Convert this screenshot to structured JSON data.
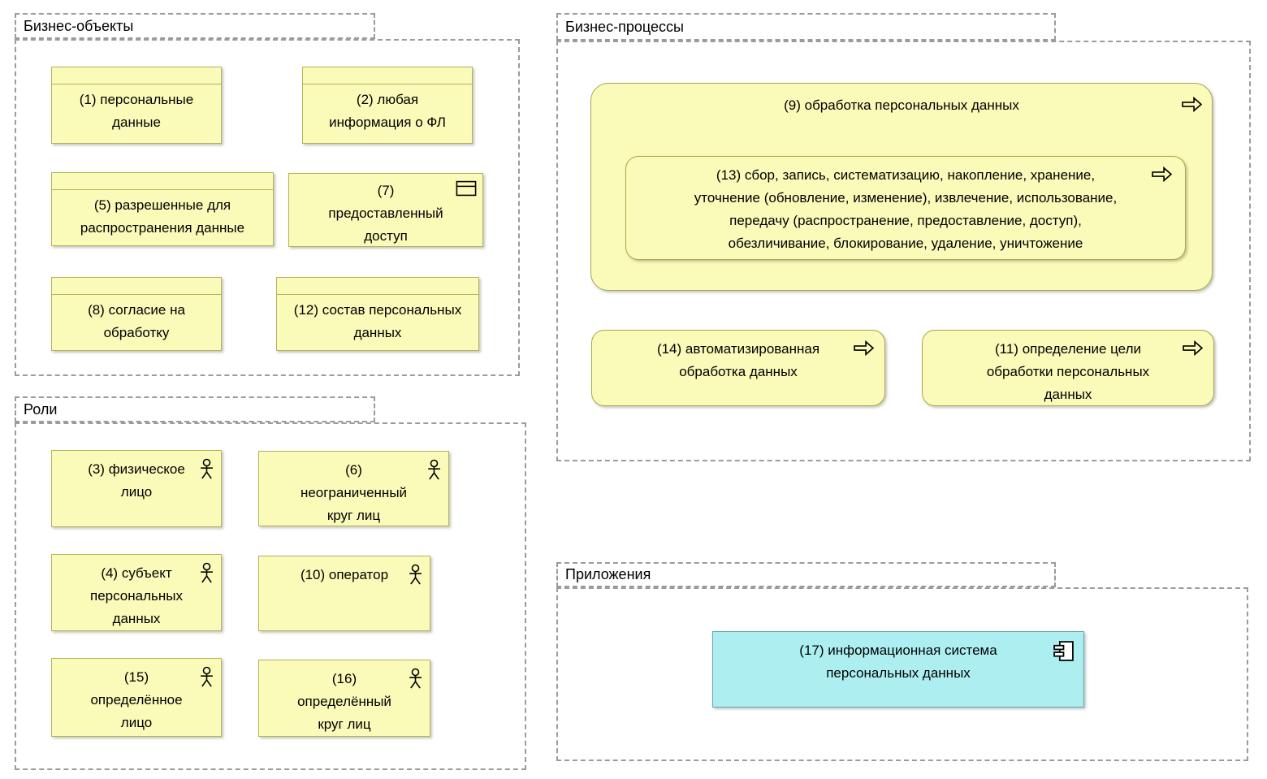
{
  "diagram": {
    "language": "ru",
    "notation": "archimate"
  },
  "groups": {
    "business_objects": "Бизнес-объекты",
    "business_processes": "Бизнес-процессы",
    "roles": "Роли",
    "applications": "Приложения"
  },
  "boxes": {
    "b1": "(1) персональные\nданные",
    "b2": "(2) любая\nинформация о ФЛ",
    "b5": "(5) разрешенные для\nраспространения данные",
    "b7": "(7)\nпредоставленный\nдоступ",
    "b8": "(8) согласие на\nобработку",
    "b12": "(12) состав персональных\nданных",
    "b9": "(9) обработка персональных данных",
    "b13": "(13) сбор, запись, систематизацию, накопление, хранение,\nуточнение (обновление, изменение), извлечение, использование,\nпередачу (распространение, предоставление, доступ),\nобезличивание, блокирование, удаление, уничтожение",
    "b14": "(14) автоматизированная\nобработка данных",
    "b11": "(11) определение цели\nобработки персональных\nданных",
    "b3": "(3) физическое\nлицо",
    "b6": "(6)\nнеограниченный\nкруг лиц",
    "b4": "(4) субъект\nперсональных\nданных",
    "b10": "(10) оператор",
    "b15": "(15)\nопределённое\nлицо",
    "b16": "(16)\nопределённый\nкруг лиц",
    "b17": "(17) информационная система\nперсональных данных"
  },
  "icons": {
    "process": "process-arrow-icon",
    "actor": "actor-icon",
    "business_object": "business-object-icon",
    "component": "application-component-icon"
  },
  "colors": {
    "business_fill": "#FAFAB9",
    "business_border": "#B3B35C",
    "process_border": "#A8A850",
    "application_fill": "#ADEFF1",
    "application_border": "#6FA0A4",
    "group_border": "#9B9B9B",
    "text": "#000000",
    "background": "#FFFFFF"
  }
}
